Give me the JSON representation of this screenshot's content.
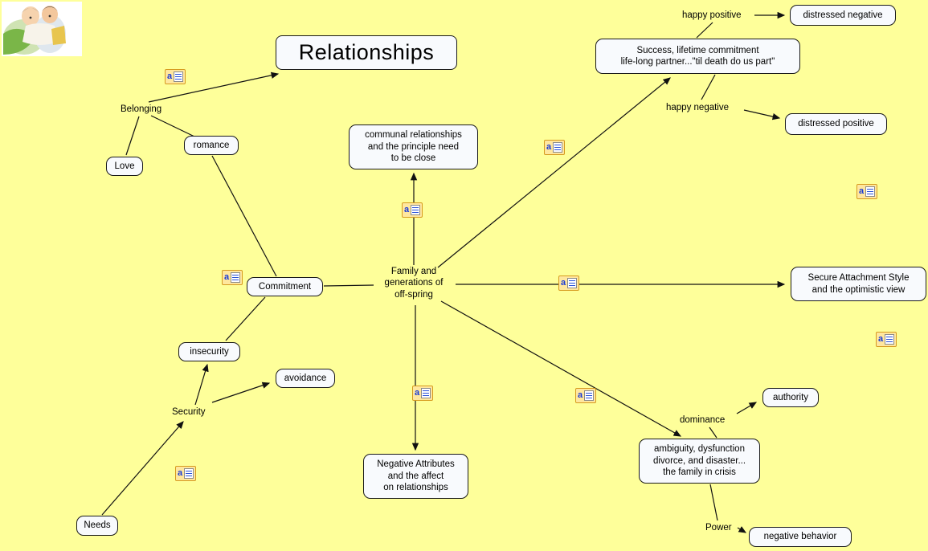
{
  "colors": {
    "background": "#feff9a",
    "node_background": "#f8fafd",
    "node_border": "#1a1a1a",
    "connector": "#111111",
    "resource_icon_fill": "#ffe79e"
  },
  "title": {
    "label": "Relationships"
  },
  "nodes": {
    "distressed_negative": {
      "label": "distressed negative"
    },
    "success": {
      "label": "Success, lifetime commitment\nlife-long partner...\"til death do us part\""
    },
    "distressed_positive": {
      "label": "distressed positive"
    },
    "communal": {
      "label": "communal relationships\nand the principle need\nto be close"
    },
    "romance": {
      "label": "romance"
    },
    "love": {
      "label": "Love"
    },
    "commitment": {
      "label": "Commitment"
    },
    "secure_attachment": {
      "label": "Secure Attachment Style\nand the optimistic view"
    },
    "insecurity": {
      "label": "insecurity"
    },
    "avoidance": {
      "label": "avoidance"
    },
    "authority": {
      "label": "authority"
    },
    "ambiguity": {
      "label": "ambiguity, dysfunction\ndivorce, and disaster...\nthe family in crisis"
    },
    "negative_attributes": {
      "label": "Negative Attributes\nand the affect\non relationships"
    },
    "negative_behavior": {
      "label": "negative behavior"
    },
    "needs": {
      "label": "Needs"
    }
  },
  "labels": {
    "happy_positive": "happy positive",
    "happy_negative": "happy negative",
    "belonging": "Belonging",
    "family": "Family and\ngenerations of\noff-spring",
    "security": "Security",
    "dominance": "dominance",
    "power": "Power"
  },
  "icon": {
    "letter": "a"
  }
}
